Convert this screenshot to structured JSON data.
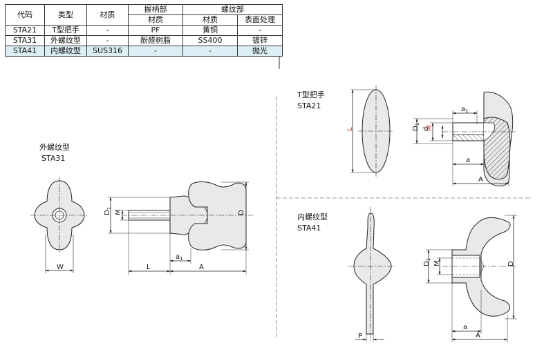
{
  "table": {
    "headers": {
      "code": "代码",
      "type": "类型",
      "material": "材质",
      "handle_part": "握柄部",
      "thread_part": "螺纹部",
      "handle_material": "材质",
      "thread_material": "材质",
      "surface": "表面处理"
    },
    "rows": [
      {
        "code": "STA21",
        "type": "T型把手",
        "material": "-",
        "handle_material": "PF",
        "thread_material": "黄铜",
        "surface": "-"
      },
      {
        "code": "STA31",
        "type": "外螺纹型",
        "material": "-",
        "handle_material": "酚醛树脂",
        "thread_material": "SS400",
        "surface": "镀锌"
      },
      {
        "code": "STA41",
        "type": "内螺纹型",
        "material": "SUS316",
        "handle_material": "-",
        "thread_material": "-",
        "surface": "抛光"
      }
    ]
  },
  "views": {
    "sta31": {
      "title": "外螺纹型",
      "code": "STA31",
      "dims": {
        "W": "W",
        "D1": "D",
        "D1_sub": "1",
        "M": "M",
        "D": "D",
        "a1": "a",
        "a1_sub": "1",
        "L": "L",
        "A": "A"
      }
    },
    "sta21": {
      "title": "T型把手",
      "code": "STA21",
      "dims": {
        "L": "L",
        "D1": "D",
        "D1_sub": "1",
        "M": "M",
        "d": "d",
        "a1": "a",
        "a1_sub": "1",
        "a": "a",
        "A": "A"
      }
    },
    "sta41": {
      "title": "内螺纹型",
      "code": "STA41",
      "dims": {
        "P": "P",
        "D1": "D",
        "D1_sub": "1",
        "M": "M",
        "D": "D",
        "a": "a",
        "A": "A"
      }
    }
  },
  "colors": {
    "line": "#222222",
    "fill": "#e9e9e9",
    "red": "#d0312d",
    "highlight": "#dbeef3"
  }
}
